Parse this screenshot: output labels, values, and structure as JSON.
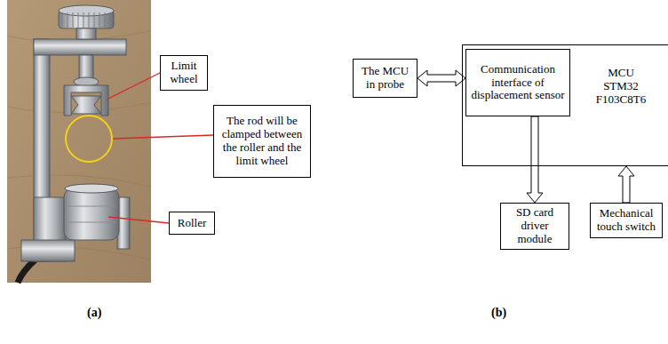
{
  "diagram": {
    "nodes": [
      {
        "text": [
          "Limit wheel"
        ]
      },
      {
        "text": [
          "The rod will be clamped between the roller and the limit wheel"
        ]
      },
      {
        "text": [
          "Roller"
        ]
      },
      {
        "text": [
          "The MCU in probe"
        ]
      },
      {
        "text": [
          "MCU STM32 F103C8T6"
        ]
      },
      {
        "text": [
          "Communication interface of displacement sensor"
        ],
        "in": 4
      },
      {
        "text": [
          "SD card driver module"
        ]
      },
      {
        "text": [
          "Mechanical touch switch"
        ]
      }
    ],
    "edges": [
      {
        "from": 3,
        "to": 5,
        "arrow": "both"
      },
      {
        "from": 5,
        "to": 6,
        "arrow": "to"
      },
      {
        "from": 7,
        "to": 4,
        "arrow": "to"
      }
    ],
    "labels": [
      "(a)",
      "(b)"
    ]
  }
}
